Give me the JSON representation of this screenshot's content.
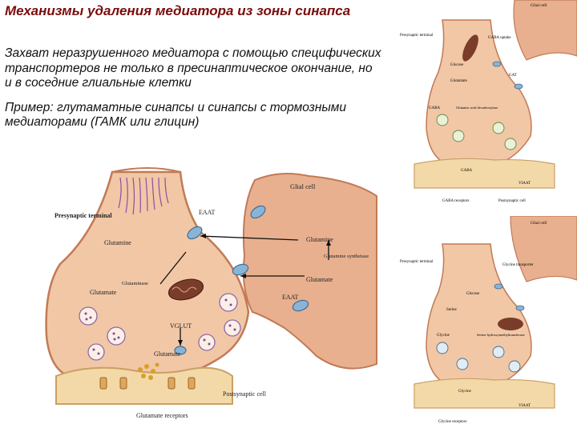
{
  "slide": {
    "title": "Механизмы удаления медиатора из зоны синапса",
    "paragraph1": "Захват неразрушенного медиатора с помощью специфических транспортеров не только в пресинаптическое окончание, но и в соседние глиальные клетки",
    "paragraph2": "Пример: глутаматные синапсы и синапсы с тормозными медиаторами (ГАМК или глицин)"
  },
  "main_figure": {
    "glial_cell": "Glial cell",
    "presynaptic_terminal": "Presynaptic terminal",
    "eaat_top": "EAAT",
    "eaat_bottom": "EAAT",
    "glutamine_pre": "Glutamine",
    "glutamine_glia": "Glutamine",
    "glutamine_synthetase": "Glutamine synthetase",
    "glutamate_glia": "Glutamate",
    "glutaminase": "Glutaminase",
    "glutamate_pre": "Glutamate",
    "vglut": "VGLUT",
    "glutamate_cleft": "Glutamate",
    "postsynaptic_cell": "Postsynaptic cell",
    "glutamate_receptors": "Glutamate receptors"
  },
  "gaba_figure": {
    "glial_cell": "Glial cell",
    "presynaptic_terminal": "Presynaptic terminal",
    "gaba_uptake": "GABA uptake",
    "glucose": "Glucose",
    "glutamate": "Glutamate",
    "gat": "GAT",
    "gaba": "GABA",
    "gad": "Glutamic acid decarboxylase",
    "gaba_cleft": "GABA",
    "viaat": "VIAAT",
    "gaba_receptors": "GABA receptors",
    "postsynaptic_cell": "Postsynaptic cell"
  },
  "glycine_figure": {
    "glial_cell": "Glial cell",
    "presynaptic_terminal": "Presynaptic terminal",
    "glucose": "Glucose",
    "glycine_transporter": "Glycine transporter",
    "serine": "Serine",
    "glycine": "Glycine",
    "shmt": "Serine hydroxymethyltransferase",
    "glycine_cleft": "Glycine",
    "viaat": "VIAAT",
    "glycine_receptors": "Glycine receptors"
  }
}
